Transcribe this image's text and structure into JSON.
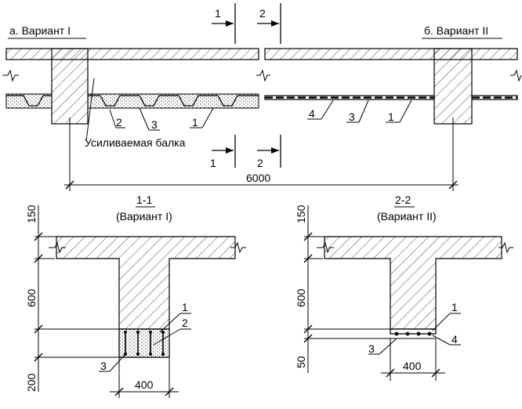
{
  "variant_a_label": "а. Вариант I",
  "variant_b_label": "б. Вариант II",
  "section_marks": {
    "s1": "1",
    "s2": "2"
  },
  "beam_label": "Усиливаемая балка",
  "span_dimension": "6000",
  "callouts_a": {
    "c1": "1",
    "c2": "2",
    "c3": "3"
  },
  "callouts_b": {
    "c4": "4",
    "c3": "3",
    "c1": "1"
  },
  "section_1": {
    "title": "1-1",
    "subtitle": "(Вариант I)",
    "dim_slab": "150",
    "dim_rib": "600",
    "dim_bottom": "200",
    "dim_width": "400",
    "callouts": {
      "c1": "1",
      "c2": "2",
      "c3": "3"
    }
  },
  "section_2": {
    "title": "2-2",
    "subtitle": "(Вариант II)",
    "dim_slab": "150",
    "dim_rib": "600",
    "dim_bottom": "50",
    "dim_width": "400",
    "callouts": {
      "c1": "1",
      "c4": "4",
      "c3": "3"
    }
  }
}
